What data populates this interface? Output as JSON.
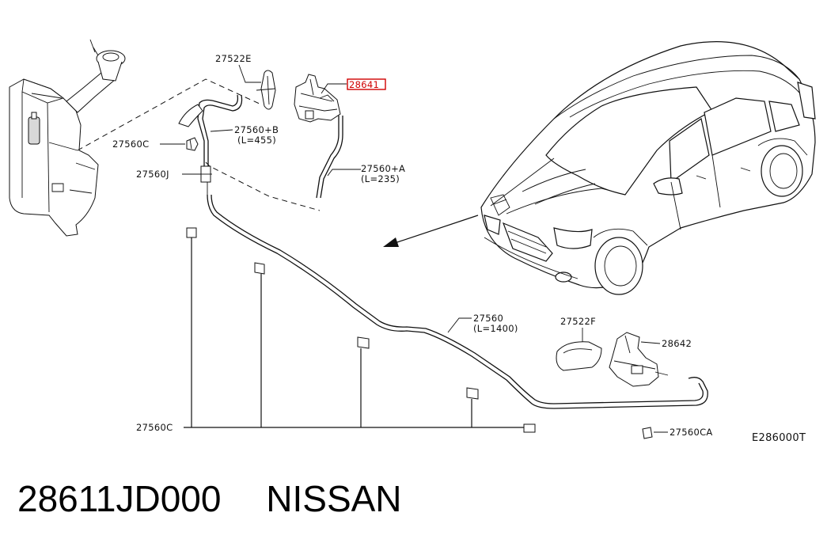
{
  "diagram": {
    "labels": {
      "p27522E": "27522E",
      "p28641": "28641",
      "p27560B": "27560+B",
      "p27560B_len": "(L=455)",
      "p27560C_top": "27560C",
      "p27560J": "27560J",
      "p27560A": "27560+A",
      "p27560A_len": "(L=235)",
      "p27560": "27560",
      "p27560_len": "(L=1400)",
      "p27522F": "27522F",
      "p28642": "28642",
      "p27560C_bottom": "27560C",
      "p27560CA": "27560CA",
      "ref": "E286000T"
    },
    "highlight_color": "#d00000"
  },
  "footer": {
    "part_number": "28611JD000",
    "brand": "NISSAN"
  }
}
